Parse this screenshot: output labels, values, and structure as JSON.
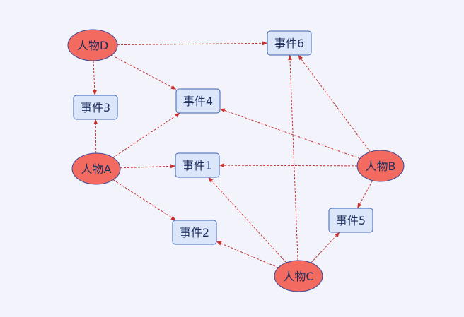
{
  "colors": {
    "background": "#f3f4fb",
    "person_fill": "#f36a60",
    "person_stroke": "#3a4a9a",
    "event_fill": "#dbe6fb",
    "event_stroke": "#3a63b0",
    "edge": "#c83030",
    "text": "#1f2f5f"
  },
  "diagram": {
    "persons": [
      {
        "id": "D",
        "label": "人物D"
      },
      {
        "id": "A",
        "label": "人物A"
      },
      {
        "id": "B",
        "label": "人物B"
      },
      {
        "id": "C",
        "label": "人物C"
      }
    ],
    "events": [
      {
        "id": "e6",
        "label": "事件6"
      },
      {
        "id": "e3",
        "label": "事件3"
      },
      {
        "id": "e4",
        "label": "事件4"
      },
      {
        "id": "e1",
        "label": "事件1"
      },
      {
        "id": "e5",
        "label": "事件5"
      },
      {
        "id": "e2",
        "label": "事件2"
      }
    ],
    "edges": [
      {
        "from": "D",
        "to": "e6"
      },
      {
        "from": "D",
        "to": "e3"
      },
      {
        "from": "D",
        "to": "e4"
      },
      {
        "from": "A",
        "to": "e3"
      },
      {
        "from": "A",
        "to": "e4"
      },
      {
        "from": "A",
        "to": "e1"
      },
      {
        "from": "A",
        "to": "e2"
      },
      {
        "from": "B",
        "to": "e6"
      },
      {
        "from": "B",
        "to": "e4"
      },
      {
        "from": "B",
        "to": "e1"
      },
      {
        "from": "B",
        "to": "e5"
      },
      {
        "from": "C",
        "to": "e6"
      },
      {
        "from": "C",
        "to": "e1"
      },
      {
        "from": "C",
        "to": "e2"
      },
      {
        "from": "C",
        "to": "e5"
      }
    ]
  }
}
